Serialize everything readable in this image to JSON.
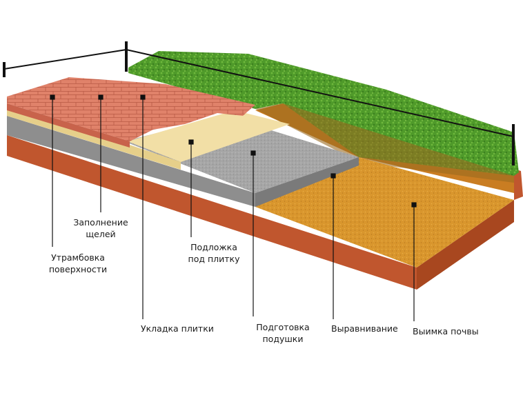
{
  "labels": {
    "filling_joints": [
      "Заполнение",
      "щелей"
    ],
    "compaction": [
      "Утрамбовка",
      "поверхности"
    ],
    "underlay": [
      "Подложка",
      "под плитку"
    ],
    "laying": [
      "Укладка плитки"
    ],
    "cushion": [
      "Подготовка",
      "подушки"
    ],
    "leveling": [
      "Выравнивание"
    ],
    "excavation": [
      "Выимка почвы"
    ]
  },
  "colors": {
    "brick": "#e0826a",
    "sand": "#f2dfa6",
    "gravel": "#a6a6a6",
    "soil": "#d9962d",
    "grass": "#4f9a2a",
    "earth_side": "#c0562e",
    "leader_lines": "#111111"
  }
}
